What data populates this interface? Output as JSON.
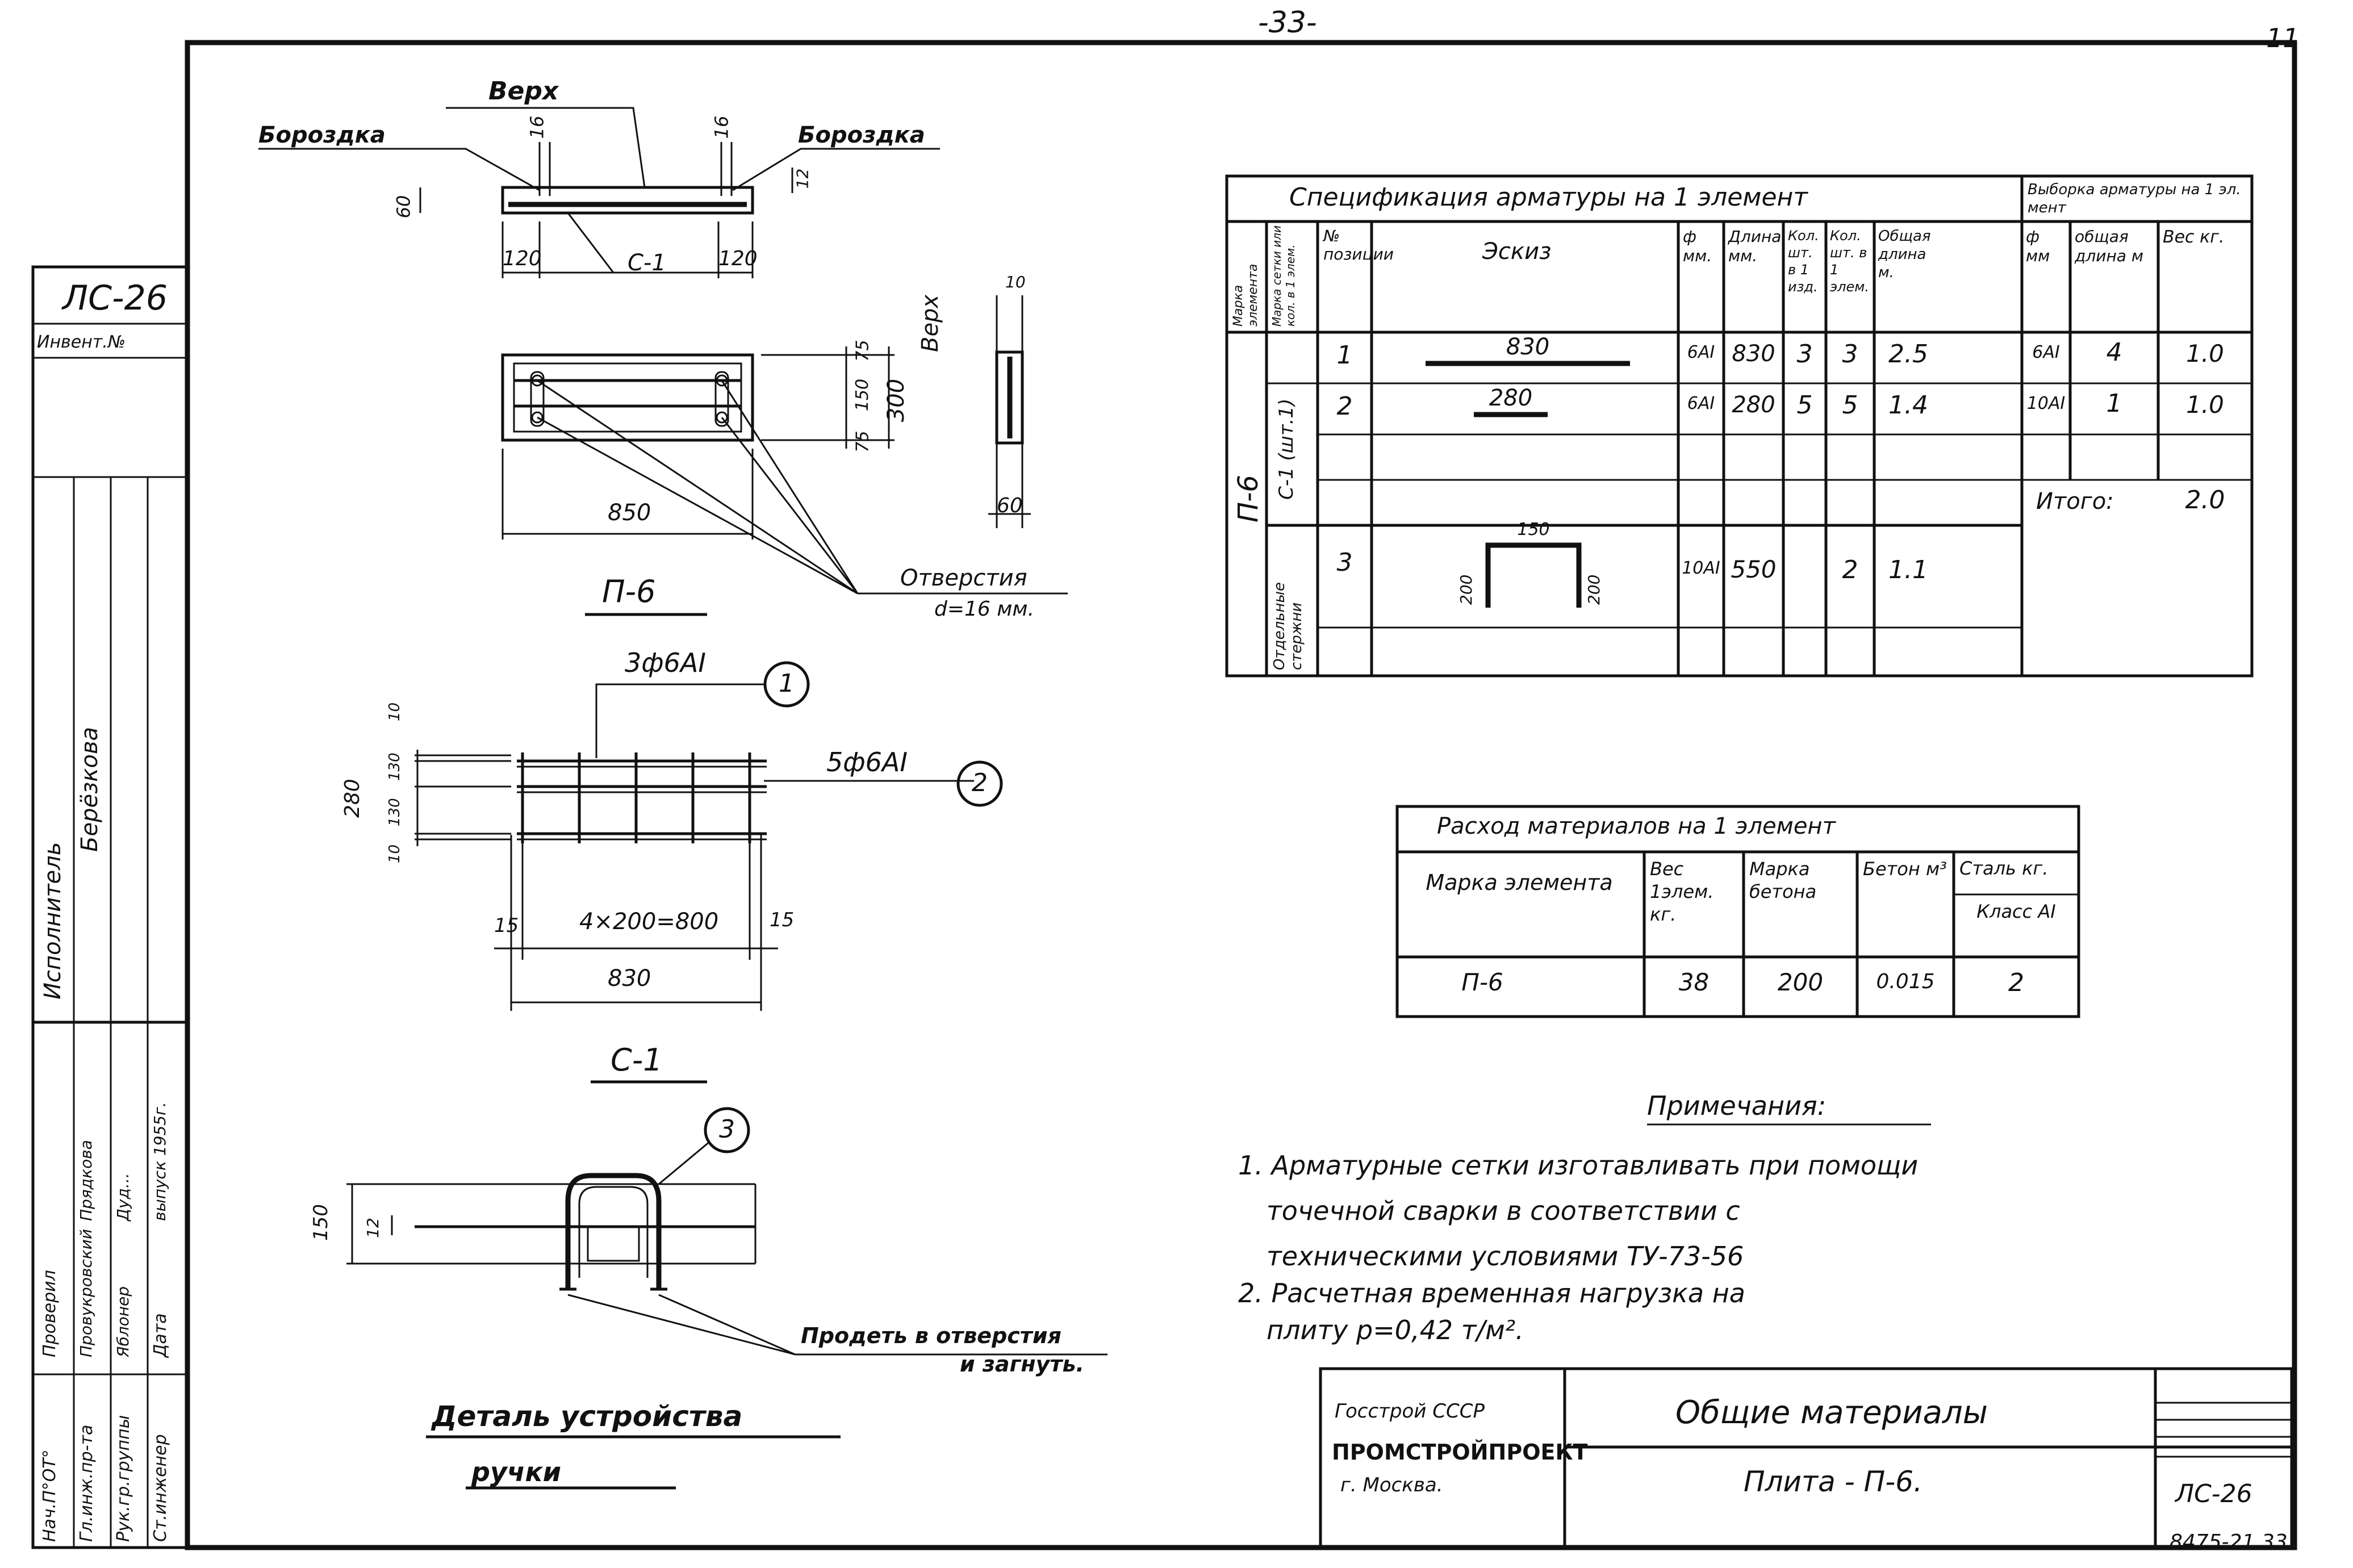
{
  "page_number": "-33-",
  "corner_mark": "11",
  "left_stamp": {
    "code": "ЛС-26",
    "invent": "Инвент.№",
    "col_labels": [
      "Исполнитель",
      "Берёзкова"
    ],
    "roles": [
      "Нач.П°ОТ°",
      "Гл.инж.пр-та",
      "Рук.гр.группы",
      "Ст.инженер",
      "Проверил",
      "Дата"
    ],
    "names": [
      "Провукровский",
      "Яблонер",
      "Прядкова",
      "Дуд..."
    ],
    "date_text": "выпуск 1955г."
  },
  "top_section": {
    "verh": "Верх",
    "borozdka_left": "Бороздка",
    "borozdka_right": "Бороздка",
    "dims": [
      "16",
      "16",
      "60",
      "12",
      "120",
      "120",
      "С-1"
    ]
  },
  "plan": {
    "dims": [
      "75",
      "150",
      "75",
      "300",
      "850"
    ],
    "label": "П-6",
    "otverstia": "Отверстия",
    "diameter": "d=16 мм."
  },
  "side_view": {
    "verh": "Верх",
    "dims": [
      "10",
      "60"
    ]
  },
  "mesh": {
    "label1": "3ф6АI",
    "num1": "1",
    "label2": "5ф6АI",
    "num2": "2",
    "dims_v": [
      "10",
      "130",
      "130",
      "10",
      "280"
    ],
    "dim_spacing": "4×200=800",
    "dim_edge_l": "15",
    "dim_edge_r": "15",
    "dim_total": "830",
    "name": "С-1"
  },
  "handle": {
    "num": "3",
    "dims": [
      "150",
      "12"
    ],
    "note_line1": "Продеть в отверстия",
    "note_line2": "и загнуть.",
    "title_line1": "Деталь устройства",
    "title_line2": "ручки"
  },
  "spec": {
    "title": "Спецификация арматуры на 1 элемент",
    "vyborka": "Выборка арматуры на 1 эл. мент",
    "headers": [
      "Марка элемента",
      "Марка сетки или кол. в 1 элем.",
      "№ позиции",
      "Эскиз",
      "ф мм.",
      "Длина мм.",
      "Кол. шт. в 1 изд.",
      "Кол. шт. в 1 элем.",
      "Общая длина м.",
      "ф мм",
      "общая длина м",
      "Вес кг."
    ],
    "mark": "П-6",
    "group1": "С-1 (шт.1)",
    "group2": "Отдельные стержни",
    "rows": [
      {
        "pos": "1",
        "sketch": "830",
        "d": "6АI",
        "len": "830",
        "q1": "3",
        "q2": "3",
        "total": "2.5",
        "vd": "6АI",
        "vlen": "4",
        "vw": "1.0"
      },
      {
        "pos": "2",
        "sketch": "280",
        "d": "6АI",
        "len": "280",
        "q1": "5",
        "q2": "5",
        "total": "1.4",
        "vd": "10АI",
        "vlen": "1",
        "vw": "1.0"
      },
      {
        "pos": "3",
        "sketch": "150",
        "sketch_side": "200",
        "d": "10АI",
        "len": "550",
        "q1": "",
        "q2": "2",
        "total": "1.1"
      }
    ],
    "itogo_label": "Итого:",
    "itogo_value": "2.0"
  },
  "materials": {
    "title": "Расход материалов на 1 элемент",
    "col_mark": "Марка элемента",
    "col_weight": "Вес 1элем. кг.",
    "col_concrete_mark": "Марка бетона",
    "col_concrete": "Бетон м³",
    "col_steel": "Сталь кг.",
    "col_class": "Класс АI",
    "row": {
      "mark": "П-6",
      "weight": "38",
      "concrete_mark": "200",
      "concrete": "0.015",
      "steel": "2"
    }
  },
  "notes": {
    "title": "Примечания:",
    "lines": [
      "1. Арматурные сетки изготавливать при помощи",
      "точечной сварки в соответствии с",
      "техническими условиями ТУ-73-56",
      "2. Расчетная временная нагрузка на",
      "плиту р=0,42 т/м²."
    ]
  },
  "title_block": {
    "org1": "Госстрой СССР",
    "org2": "ПРОМСТРОЙПРОЕКТ",
    "org3": "г. Москва.",
    "title": "Общие материалы",
    "subtitle": "Плита - П-6.",
    "sheet_code": "ЛС-26"
  },
  "archive_number": "8475-21 33"
}
